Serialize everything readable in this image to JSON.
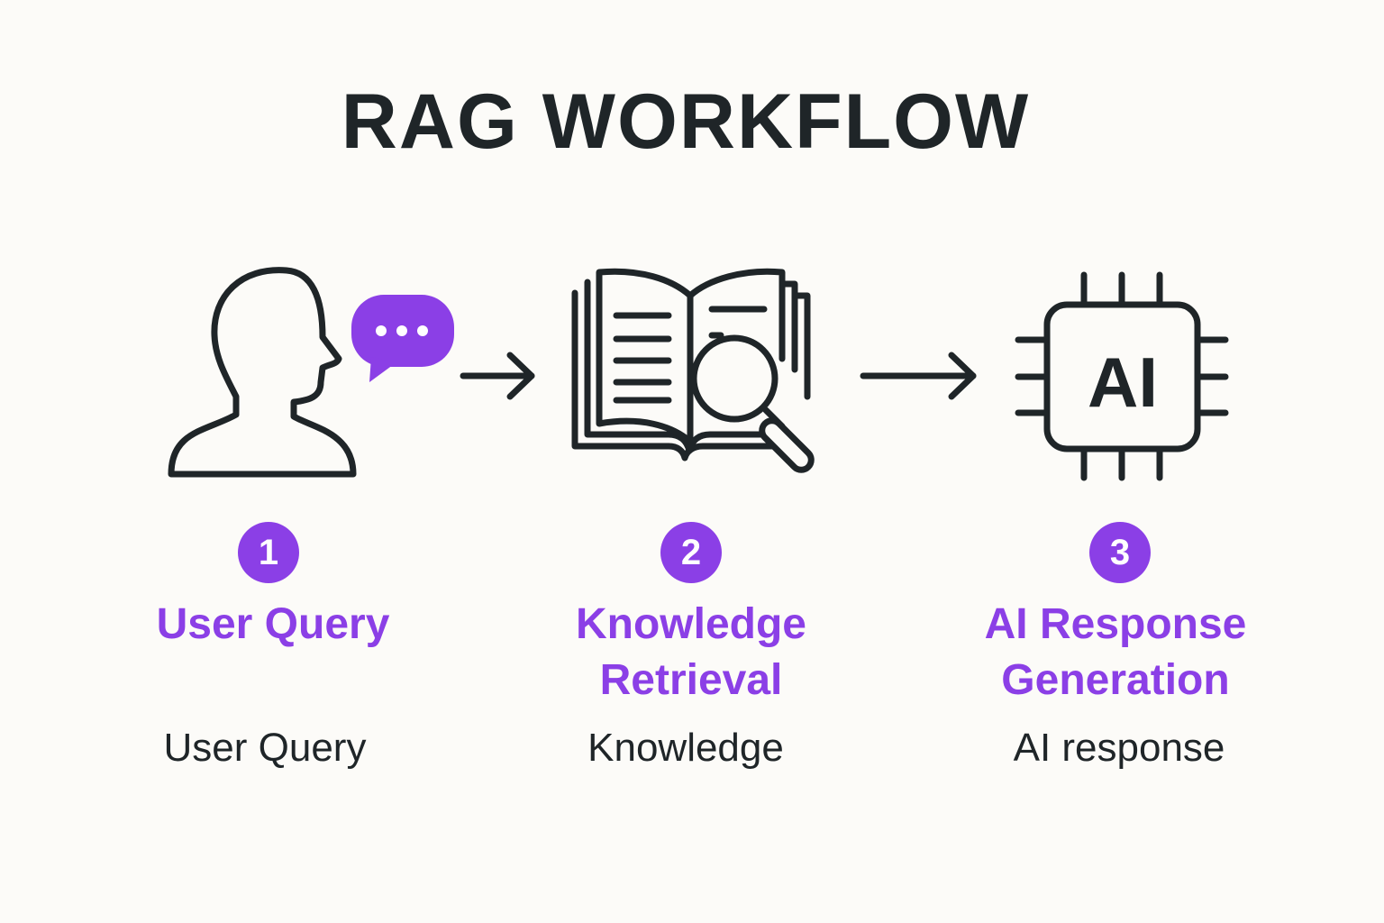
{
  "diagram": {
    "title": "RAG WORKFLOW",
    "accent_color": "#8b3fe6",
    "ink_color": "#1f2528",
    "steps": [
      {
        "number": "1",
        "title": "User Query",
        "caption": "User Query",
        "icons": [
          "person-head-icon",
          "speech-bubble-icon"
        ]
      },
      {
        "number": "2",
        "title": "Knowledge Retrieval",
        "caption": "Knowledge",
        "icons": [
          "open-book-icon",
          "magnifying-glass-icon"
        ]
      },
      {
        "number": "3",
        "title": "AI Response Generation",
        "caption": "AI response",
        "icons": [
          "ai-chip-icon"
        ],
        "chip_label": "AI"
      }
    ],
    "connectors": [
      "arrow-right-icon",
      "arrow-right-icon"
    ]
  }
}
